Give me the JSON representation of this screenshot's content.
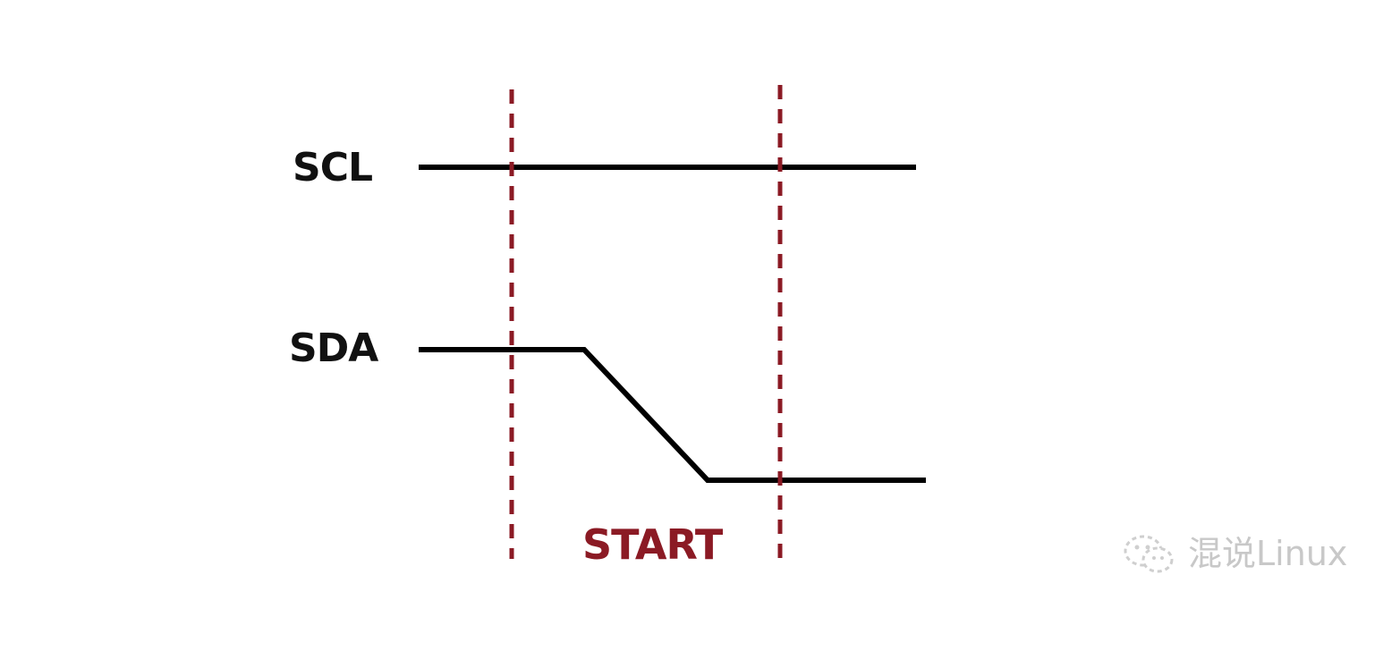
{
  "diagram": {
    "signals": [
      {
        "id": "scl",
        "label": "SCL"
      },
      {
        "id": "sda",
        "label": "SDA"
      }
    ],
    "phase_label": "START",
    "colors": {
      "signal_line": "#000000",
      "marker_line": "#8b1a24",
      "phase_label": "#8b1a24",
      "watermark": "#c8c8c8"
    }
  },
  "watermark": {
    "icon": "wechat-icon",
    "text": "混说Linux"
  }
}
